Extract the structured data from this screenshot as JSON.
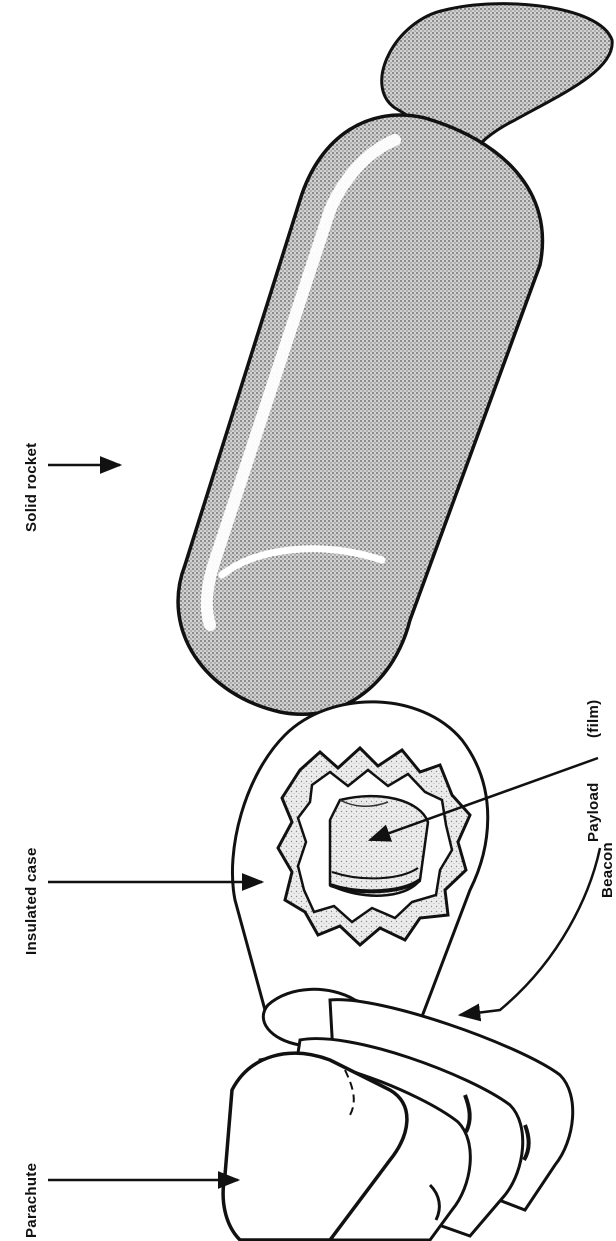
{
  "labels": {
    "parachute": "Parachute",
    "insulated_case": "Insulated case",
    "payload": "Payload",
    "payload_note": "(film)",
    "beacon": "Beacon",
    "solid_rocket": "Solid rocket"
  },
  "colors": {
    "ink": "#111111",
    "stipple": "#8a8a8a",
    "stipple_dark": "#555555",
    "paper": "#ffffff"
  }
}
